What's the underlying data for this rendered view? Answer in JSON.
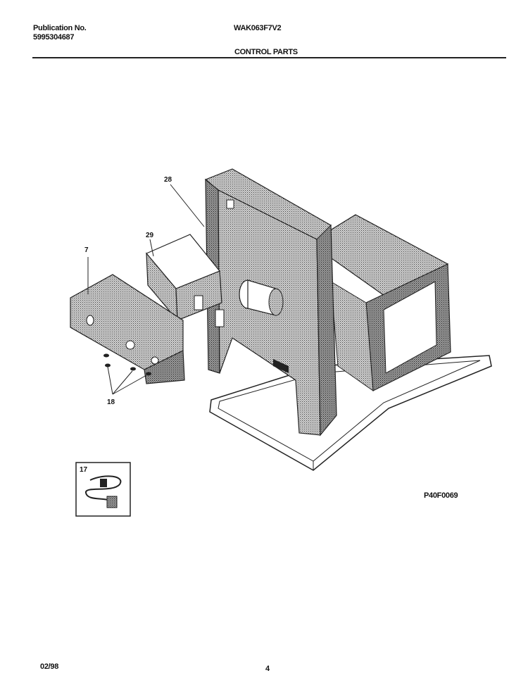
{
  "header": {
    "publication_label": "Publication No.",
    "publication_number": "5995304687",
    "model": "WAK063F7V2",
    "section_title": "CONTROL PARTS"
  },
  "diagram": {
    "callouts": [
      "28",
      "29",
      "7",
      "18",
      "17"
    ],
    "figure_code": "P40F0069"
  },
  "footer": {
    "date": "02/98",
    "page": "4"
  }
}
